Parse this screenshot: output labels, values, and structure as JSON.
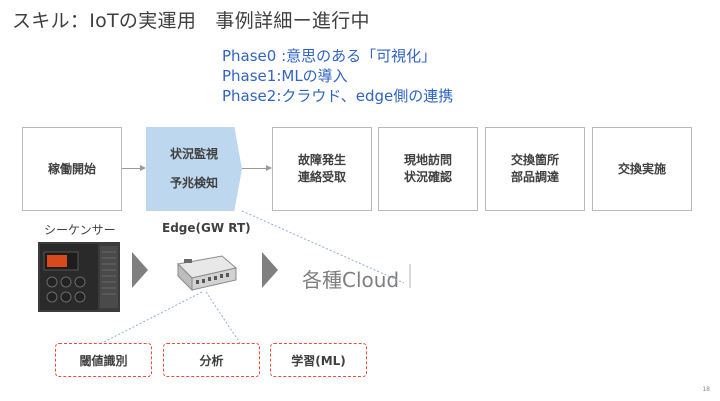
{
  "slide": {
    "title": "スキル：IoTの実運用　事例詳細ー進行中",
    "phases": [
      "Phase0 :意思のある「可視化」",
      "Phase1:MLの導入",
      "Phase2:クラウド、edge側の連携"
    ],
    "flow": [
      {
        "lines": [
          "稼働開始"
        ]
      },
      {
        "lines": [
          "状況監視",
          "",
          "予兆検知"
        ],
        "highlight": true
      },
      {
        "lines": [
          "故障発生",
          "連絡受取"
        ]
      },
      {
        "lines": [
          "現地訪問",
          "状況確認"
        ]
      },
      {
        "lines": [
          "交換箇所",
          "部品調達"
        ]
      },
      {
        "lines": [
          "交換実施"
        ]
      }
    ],
    "sequencer_label": "シーケンサー",
    "edge_label": "Edge(GW RT)",
    "cloud_label": "各種Cloud",
    "ml_functions": [
      "閾値識別",
      "分析",
      "学習(ML)"
    ],
    "page_number": "18",
    "colors": {
      "phase_text": "#2f63c4",
      "highlight_box": "#bdd7ee",
      "dashed_border": "#e74c3c",
      "dotted_connector": "#8fb0dc"
    }
  }
}
